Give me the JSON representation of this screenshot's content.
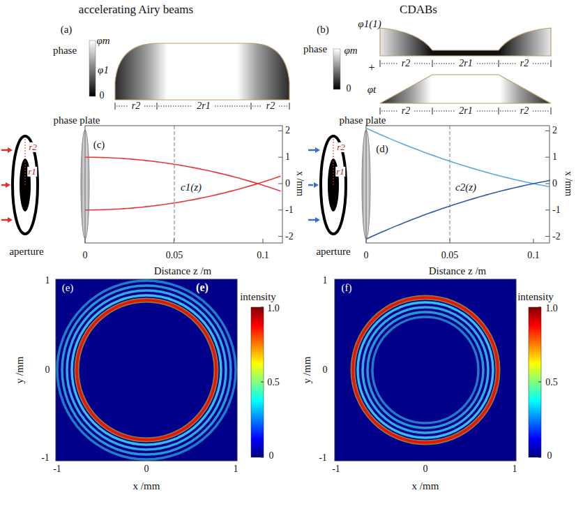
{
  "diagram": {
    "labels": [
      "accelerating Airy beams",
      "CDABs",
      "(a)",
      "phase",
      "φm",
      "φ1",
      "0",
      "r2",
      "2r1",
      "r2",
      "(b)",
      "phase",
      "φ1(1)",
      "φm",
      "0",
      "+",
      "r2",
      "2r1",
      "r2",
      "φt",
      "r2",
      "2r1",
      "r2",
      "phase plate",
      "(c)",
      "r2",
      "r1",
      "aperture",
      "c1(z)",
      "0",
      "0.05",
      "0.1",
      "Distance z /m",
      "2",
      "1",
      "0",
      "-1",
      "-2",
      "x /mm",
      "phase plate",
      "(d)",
      "r2",
      "r1",
      "aperture",
      "c2(z)",
      "0",
      "0.05",
      "0.1",
      "Distance z /m",
      "2",
      "1",
      "0",
      "-1",
      "-2",
      "x /mm",
      "(e)",
      "(e)",
      "1",
      "0",
      "-1",
      "y /mm",
      "-1",
      "0",
      "1",
      "x /mm",
      "intensity",
      "1.0",
      "0.5",
      "0",
      "(f)",
      "1",
      "0",
      "-1",
      "y /mm",
      "-1",
      "0",
      "1",
      "x /mm",
      "intensity",
      "1.0",
      "0.5",
      "0"
    ]
  }
}
